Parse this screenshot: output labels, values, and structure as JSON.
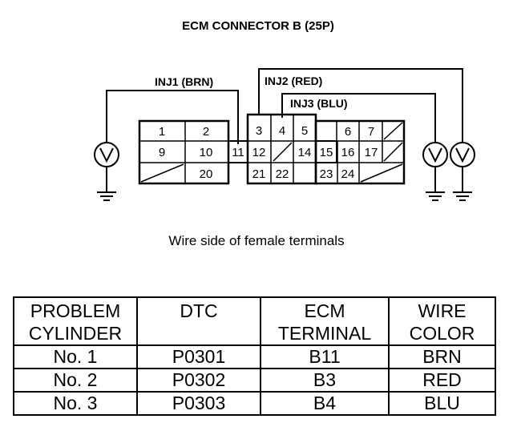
{
  "diagram": {
    "title": "ECM CONNECTOR B (25P)",
    "wires": [
      {
        "label": "INJ1 (BRN)"
      },
      {
        "label": "INJ2 (RED)"
      },
      {
        "label": "INJ3 (BLU)"
      }
    ],
    "meter_symbol": "V",
    "pins": {
      "p1": "1",
      "p2": "2",
      "p3": "3",
      "p4": "4",
      "p5": "5",
      "p6": "6",
      "p7": "7",
      "p9": "9",
      "p10": "10",
      "p11": "11",
      "p12": "12",
      "p14": "14",
      "p15": "15",
      "p16": "16",
      "p17": "17",
      "p20": "20",
      "p21": "21",
      "p22": "22",
      "p23": "23",
      "p24": "24"
    },
    "caption": "Wire side of female terminals"
  },
  "table": {
    "headers": [
      {
        "line1": "PROBLEM",
        "line2": "CYLINDER"
      },
      {
        "line1": "DTC",
        "line2": ""
      },
      {
        "line1": "ECM",
        "line2": "TERMINAL"
      },
      {
        "line1": "WIRE",
        "line2": "COLOR"
      }
    ],
    "rows": [
      [
        "No. 1",
        "P0301",
        "B11",
        "BRN"
      ],
      [
        "No. 2",
        "P0302",
        "B3",
        "RED"
      ],
      [
        "No. 3",
        "P0303",
        "B4",
        "BLU"
      ]
    ]
  }
}
